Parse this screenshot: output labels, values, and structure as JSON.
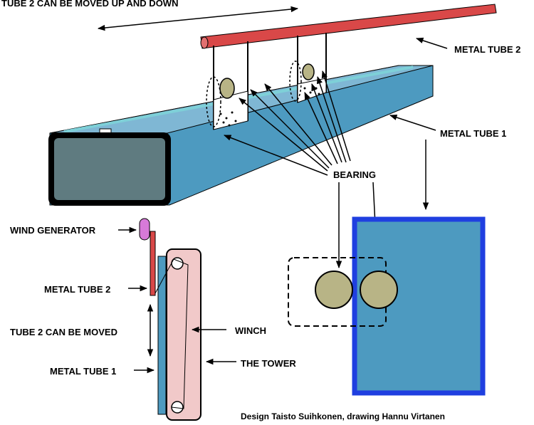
{
  "labels": {
    "top_movable": "TUBE 2 CAN BE MOVED UP AND DOWN",
    "metal_tube_2_top": "METAL TUBE 2",
    "metal_tube_1_top": "METAL TUBE 1",
    "bearing": "BEARING",
    "wind_generator": "WIND GENERATOR",
    "metal_tube_2_side": "METAL TUBE 2",
    "tube_2_movable_side": "TUBE 2 CAN BE MOVED",
    "metal_tube_1_side": "METAL TUBE 1",
    "winch": "WINCH",
    "tower": "THE TOWER",
    "credit": "Design Taisto Suihkonen, drawing Hannu Virtanen"
  },
  "colors": {
    "tube1_face": "#4d9ac0",
    "tube1_end": "#5f7b80",
    "tube2": "#d94848",
    "bearing": "#b8b486",
    "tower": "#f1c9c9",
    "wind_generator": "#d77ad8",
    "cross_section_frame": "#1f3fe0"
  }
}
